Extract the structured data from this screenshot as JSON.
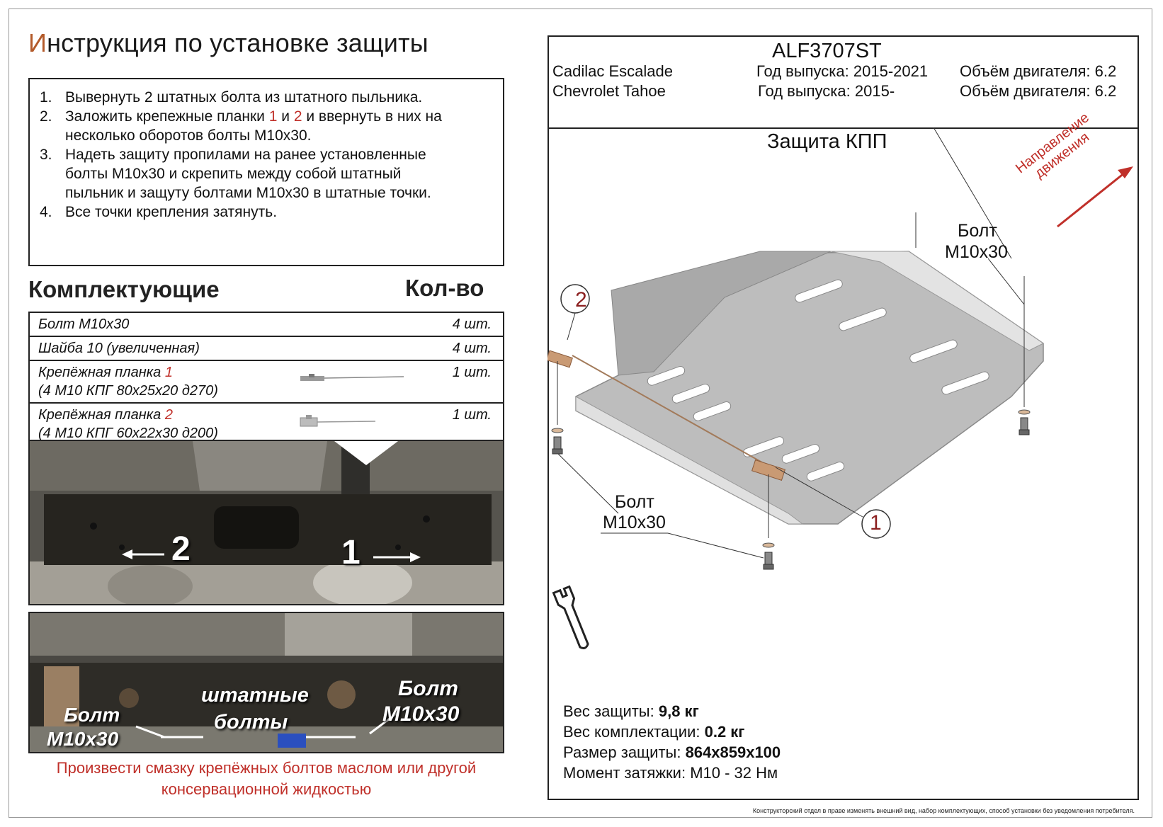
{
  "title_first": "И",
  "title_rest": "нструкция по установке защиты",
  "steps": [
    {
      "num": "1.",
      "text": "Вывернуть 2 штатных болта из штатного пыльника."
    },
    {
      "num": "2.",
      "pre": "Заложить крепежные планки ",
      "n1": "1",
      "mid": " и ",
      "n2": "2",
      "post": " и ввернуть в них на",
      "cont": "несколько оборотов болты М10х30."
    },
    {
      "num": "3.",
      "l1": "Надеть защиту пропилами на ранее установленные",
      "l2": "болты М10х30 и скрепить между собой штатный",
      "l3": "пыльник и защуту  болтами М10х30 в штатные точки."
    },
    {
      "num": "4.",
      "text": "Все точки крепления затянуть."
    }
  ],
  "parts_header": "Комплектующие",
  "qty_header": "Кол-во",
  "parts": [
    {
      "name": "Болт М10х30",
      "qty": "4 шт."
    },
    {
      "name": "Шайба 10  (увеличенная)",
      "qty": "4 шт."
    },
    {
      "name": "Крепёжная планка ",
      "num": "1",
      "sub": "(4 М10 КПГ 80х25х20 д270)",
      "qty": "1 шт."
    },
    {
      "name": "Крепёжная планка ",
      "num": "2",
      "sub": "(4 М10 КПГ 60х22х30 д200)",
      "qty": "1 шт."
    }
  ],
  "photo1": {
    "label2": "2",
    "label1": "1"
  },
  "photo2": {
    "bolt_left_1": "Болт",
    "bolt_left_2": "М10х30",
    "stock_1": "штатные",
    "stock_2": "болты",
    "bolt_right_1": "Болт",
    "bolt_right_2": "М10х30"
  },
  "note_line1": "Произвести смазку крепёжных болтов маслом или другой",
  "note_line2": "консервационной жидкостью",
  "product": {
    "code": "ALF3707ST",
    "cars": [
      {
        "model": "Cadilac Escalade",
        "year": "Год выпуска: 2015-2021",
        "engine": "Объём двигателя: 6.2"
      },
      {
        "model": "Chevrolet Tahoe",
        "year": "Год выпуска: 2015-",
        "engine": "Объём двигателя: 6.2"
      }
    ],
    "part_name": "Защита КПП"
  },
  "direction_1": "Направление",
  "direction_2": "движения",
  "callout_top_1": "Болт",
  "callout_top_2": "М10х30",
  "callout_bottom_1": "Болт",
  "callout_bottom_2": "М10х30",
  "marker_1": "1",
  "marker_2": "2",
  "specs": [
    {
      "label": "Вес защиты: ",
      "value": "9,8 кг"
    },
    {
      "label": "Вес комплектации: ",
      "value": "0.2 кг"
    },
    {
      "label": "Размер защиты: ",
      "value": "864х859х100"
    },
    {
      "label": "Момент затяжки:  ",
      "value": "М10 - 32 Нм",
      "plain": true
    }
  ],
  "footnote": "Конструкторский отдел в праве изменять внешний вид, набор комплектующих, способ установки без уведомления потребителя.",
  "colors": {
    "accent_red": "#c0302a",
    "title_first": "#b35a2a",
    "plate": "#b9b9b9"
  }
}
